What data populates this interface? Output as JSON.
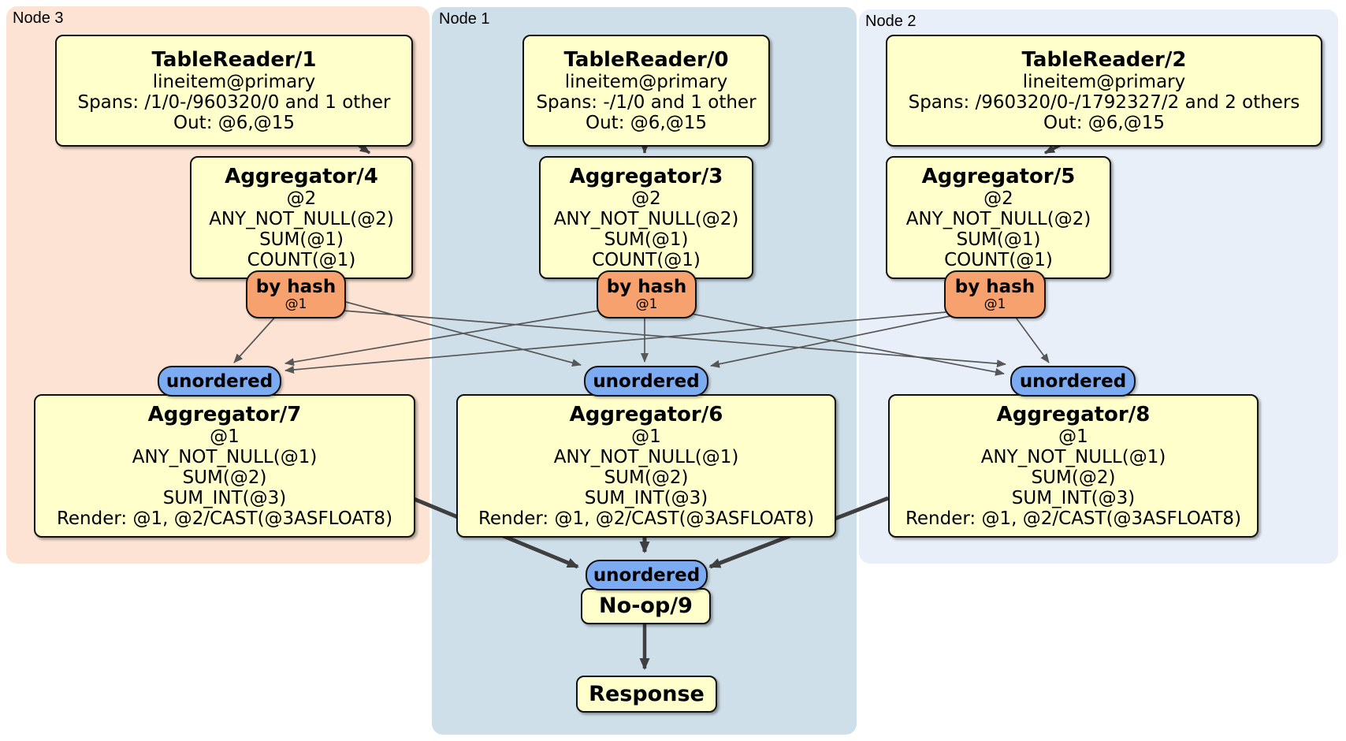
{
  "regions": {
    "node3": {
      "label": "Node 3",
      "bg_color": "#fce3d3"
    },
    "node1": {
      "label": "Node 1",
      "bg_color": "#cfdfe9"
    },
    "node2": {
      "label": "Node 2",
      "bg_color": "#e9eff9"
    }
  },
  "processors": {
    "tableReader1": {
      "title": "TableReader/1",
      "lines": [
        "lineitem@primary",
        "Spans: /1/0-/960320/0 and 1 other",
        "Out: @6,@15"
      ]
    },
    "tableReader0": {
      "title": "TableReader/0",
      "lines": [
        "lineitem@primary",
        "Spans: -/1/0 and 1 other",
        "Out: @6,@15"
      ]
    },
    "tableReader2": {
      "title": "TableReader/2",
      "lines": [
        "lineitem@primary",
        "Spans: /960320/0-/1792327/2 and 2 others",
        "Out: @6,@15"
      ]
    },
    "aggregator4": {
      "title": "Aggregator/4",
      "lines": [
        "@2",
        "ANY_NOT_NULL(@2)",
        "SUM(@1)",
        "COUNT(@1)"
      ]
    },
    "aggregator3": {
      "title": "Aggregator/3",
      "lines": [
        "@2",
        "ANY_NOT_NULL(@2)",
        "SUM(@1)",
        "COUNT(@1)"
      ]
    },
    "aggregator5": {
      "title": "Aggregator/5",
      "lines": [
        "@2",
        "ANY_NOT_NULL(@2)",
        "SUM(@1)",
        "COUNT(@1)"
      ]
    },
    "aggregator7": {
      "title": "Aggregator/7",
      "lines": [
        "@1",
        "ANY_NOT_NULL(@1)",
        "SUM(@2)",
        "SUM_INT(@3)",
        "Render: @1, @2/CAST(@3ASFLOAT8)"
      ]
    },
    "aggregator6": {
      "title": "Aggregator/6",
      "lines": [
        "@1",
        "ANY_NOT_NULL(@1)",
        "SUM(@2)",
        "SUM_INT(@3)",
        "Render: @1, @2/CAST(@3ASFLOAT8)"
      ]
    },
    "aggregator8": {
      "title": "Aggregator/8",
      "lines": [
        "@1",
        "ANY_NOT_NULL(@1)",
        "SUM(@2)",
        "SUM_INT(@3)",
        "Render: @1, @2/CAST(@3ASFLOAT8)"
      ]
    },
    "noop9": {
      "title": "No-op/9"
    },
    "response": {
      "title": "Response"
    }
  },
  "router": {
    "label": "by hash",
    "sublabel": "@1"
  },
  "sync": {
    "label": "unordered"
  },
  "edges": [
    {
      "from": "TableReader/1",
      "to": "Aggregator/4"
    },
    {
      "from": "TableReader/0",
      "to": "Aggregator/3"
    },
    {
      "from": "TableReader/2",
      "to": "Aggregator/5"
    },
    {
      "from": "Aggregator/4 by hash @1",
      "to": "unordered->Aggregator/7"
    },
    {
      "from": "Aggregator/4 by hash @1",
      "to": "unordered->Aggregator/6"
    },
    {
      "from": "Aggregator/4 by hash @1",
      "to": "unordered->Aggregator/8"
    },
    {
      "from": "Aggregator/3 by hash @1",
      "to": "unordered->Aggregator/7"
    },
    {
      "from": "Aggregator/3 by hash @1",
      "to": "unordered->Aggregator/6"
    },
    {
      "from": "Aggregator/3 by hash @1",
      "to": "unordered->Aggregator/8"
    },
    {
      "from": "Aggregator/5 by hash @1",
      "to": "unordered->Aggregator/7"
    },
    {
      "from": "Aggregator/5 by hash @1",
      "to": "unordered->Aggregator/6"
    },
    {
      "from": "Aggregator/5 by hash @1",
      "to": "unordered->Aggregator/8"
    },
    {
      "from": "Aggregator/7",
      "to": "unordered->No-op/9"
    },
    {
      "from": "Aggregator/6",
      "to": "unordered->No-op/9"
    },
    {
      "from": "Aggregator/8",
      "to": "unordered->No-op/9"
    },
    {
      "from": "No-op/9",
      "to": "Response"
    }
  ],
  "colors": {
    "node3_bg": "#fce3d3",
    "node1_bg": "#cfdfe9",
    "node2_bg": "#e9eff9",
    "processor_bg": "#ffffcc",
    "router_bg": "#f7a26e",
    "sync_bg": "#7dabf2",
    "border": "#111111",
    "edge": "#3f3f3f",
    "page_bg": "#ffffff"
  }
}
